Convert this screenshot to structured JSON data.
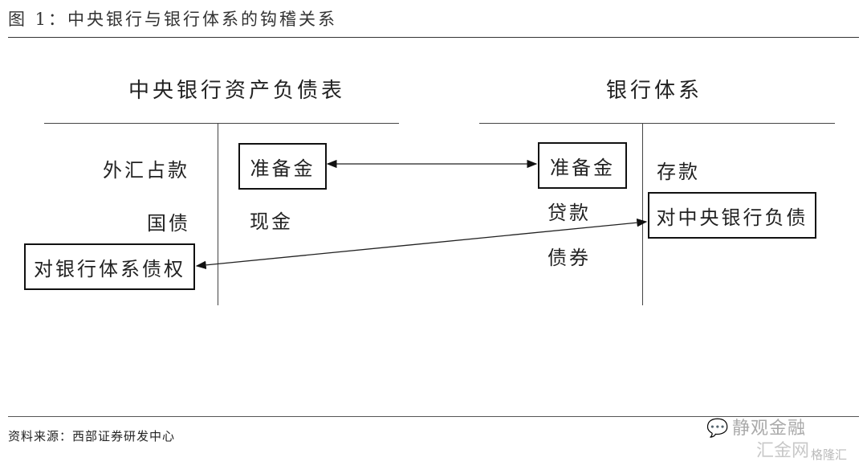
{
  "figure": {
    "title": "图 1：中央银行与银行体系的钩稽关系",
    "source": "资料来源：西部证券研发中心"
  },
  "central_bank": {
    "heading": "中央银行资产负债表",
    "assets": [
      "外汇占款",
      "国债",
      "对银行体系债权"
    ],
    "liabilities": [
      "准备金",
      "现金"
    ]
  },
  "banking_system": {
    "heading": "银行体系",
    "assets": [
      "准备金",
      "贷款",
      "债券"
    ],
    "liabilities": [
      "存款",
      "对中央银行负债"
    ]
  },
  "links": [
    {
      "from": "中央银行.准备金",
      "to": "银行体系.准备金",
      "type": "bidirectional"
    },
    {
      "from": "银行体系.对中央银行负债",
      "to": "中央银行.对银行体系债权",
      "type": "bidirectional"
    }
  ],
  "watermark": {
    "wechat": "静观金融",
    "site": "汇金网",
    "brand": "格隆汇"
  },
  "colors": {
    "line": "#444444",
    "box_border": "#111111",
    "watermark": "#bbbbbb"
  }
}
